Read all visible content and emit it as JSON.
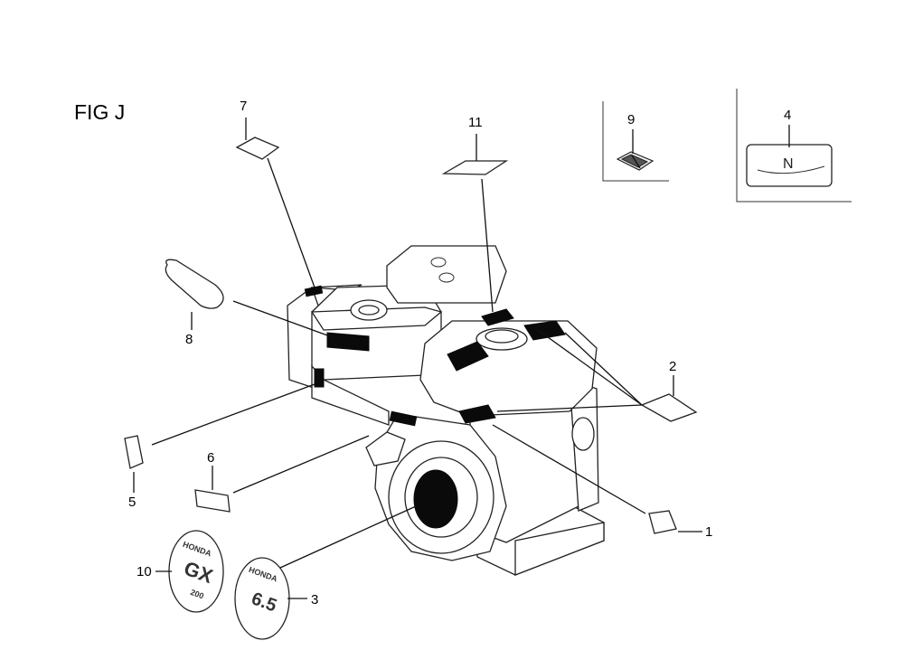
{
  "figure": {
    "title": "FIG J"
  },
  "callouts": {
    "c1": "1",
    "c2": "2",
    "c3": "3",
    "c4": "4",
    "c5": "5",
    "c6": "6",
    "c7": "7",
    "c8": "8",
    "c9": "9",
    "c10": "10",
    "c11": "11"
  },
  "inset4": {
    "symbol": "N"
  },
  "emblem10": {
    "line1": "HONDA",
    "line2": "GX",
    "line3": "200"
  },
  "emblem3": {
    "line1": "HONDA",
    "line2": "6.5"
  }
}
